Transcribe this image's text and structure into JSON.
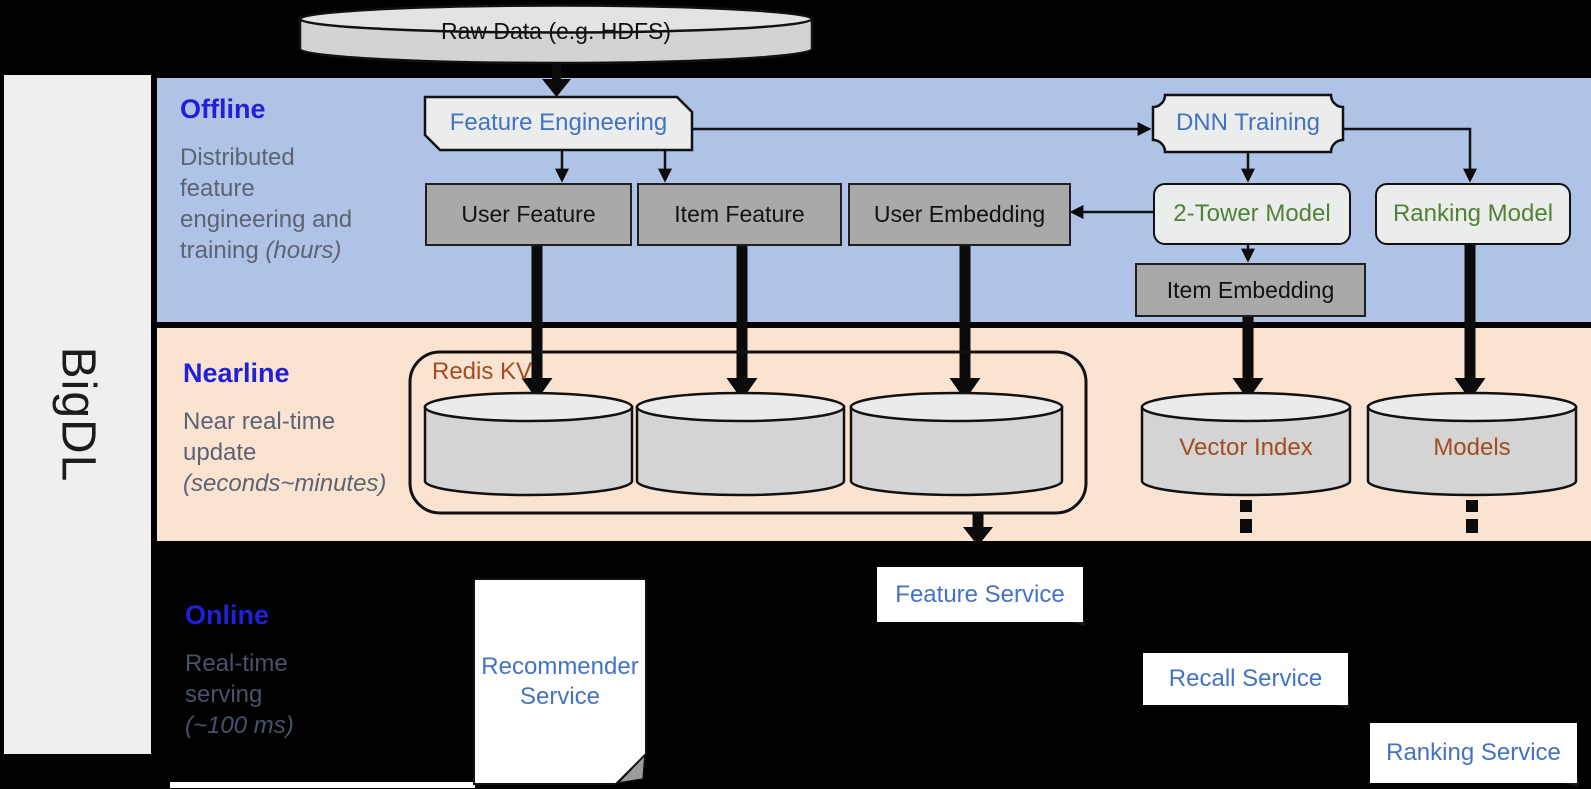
{
  "brand": "BigDL",
  "raw_data": {
    "label": "Raw Data (e.g. HDFS)"
  },
  "bands": {
    "offline": {
      "title": "Offline",
      "desc_lines": [
        "Distributed",
        "feature",
        "engineering and"
      ],
      "desc_last": "training ",
      "desc_italic": "(hours)"
    },
    "nearline": {
      "title": "Nearline",
      "desc_lines": [
        "Near real-time",
        "update"
      ],
      "desc_italic": "(seconds~minutes)"
    },
    "online": {
      "title": "Online",
      "desc_lines": [
        "Real-time",
        "serving"
      ],
      "desc_italic": "(~100 ms)"
    }
  },
  "offline_nodes": {
    "feature_engineering": "Feature Engineering",
    "dnn_training": "DNN Training",
    "user_feature": "User Feature",
    "item_feature": "Item Feature",
    "user_embedding": "User Embedding",
    "two_tower_model": "2-Tower Model",
    "ranking_model": "Ranking Model",
    "item_embedding": "Item Embedding"
  },
  "nearline_nodes": {
    "redis_kv": "Redis KV",
    "vector_index": "Vector Index",
    "models": "Models"
  },
  "online_nodes": {
    "recommender_service": "Recommender Service",
    "feature_service": "Feature Service",
    "recall_service": "Recall Service",
    "ranking_service": "Ranking Service"
  },
  "colors": {
    "slide_bg": "#000000",
    "offline_band": "#aec3e5",
    "nearline_band": "#fbe3d1",
    "panel_gray": "#efefef",
    "node_gray": "#a9a9a9",
    "node_light": "#ebecec",
    "blue_text": "#4472c4",
    "green_text": "#538135",
    "brown_text": "#a14d21",
    "title_blue": "#2020d6",
    "desc_gray": "#5b6474",
    "online_desc": "#46536a",
    "white": "#ffffff"
  }
}
